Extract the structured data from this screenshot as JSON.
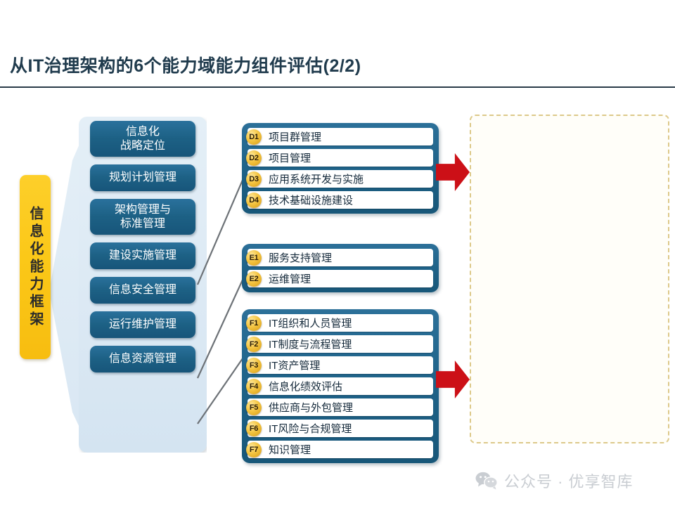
{
  "page": {
    "title": "从IT治理架构的6个能力域能力组件评估(2/2)"
  },
  "framework": {
    "tab_label": "信息化能力框架",
    "capabilities": [
      {
        "label": "信息化\n战略定位"
      },
      {
        "label": "规划计划管理"
      },
      {
        "label": "架构管理与\n标准管理"
      },
      {
        "label": "建设实施管理"
      },
      {
        "label": "信息安全管理"
      },
      {
        "label": "运行维护管理"
      },
      {
        "label": "信息资源管理"
      }
    ]
  },
  "groups": [
    {
      "id": "group-d",
      "rows": [
        {
          "code": "D1",
          "label": "项目群管理"
        },
        {
          "code": "D2",
          "label": "项目管理"
        },
        {
          "code": "D3",
          "label": "应用系统开发与实施"
        },
        {
          "code": "D4",
          "label": "技术基础设施建设"
        }
      ]
    },
    {
      "id": "group-e",
      "rows": [
        {
          "code": "E1",
          "label": "服务支持管理"
        },
        {
          "code": "E2",
          "label": "运维管理"
        }
      ]
    },
    {
      "id": "group-f",
      "rows": [
        {
          "code": "F1",
          "label": "IT组织和人员管理"
        },
        {
          "code": "F2",
          "label": "IT制度与流程管理"
        },
        {
          "code": "F3",
          "label": "IT资产管理"
        },
        {
          "code": "F4",
          "label": "信息化绩效评估"
        },
        {
          "code": "F5",
          "label": "供应商与外包管理"
        },
        {
          "code": "F6",
          "label": "IT风险与合规管理"
        },
        {
          "code": "F7",
          "label": "知识管理"
        }
      ]
    }
  ],
  "arrows": [
    {
      "name": "arrow-top",
      "color": "#cc1017"
    },
    {
      "name": "arrow-bottom",
      "color": "#cc1017"
    }
  ],
  "thumbnails": {
    "top": {
      "name": "capability-description-table",
      "legible": false
    },
    "bottom": {
      "name": "maturity-level-matrix",
      "legible": false,
      "level_header_colors": [
        "#c08a32",
        "#9cc95b",
        "#2f93a8"
      ],
      "marker_colors": [
        "#d6342c",
        "#2f76bd"
      ]
    }
  },
  "watermark": {
    "text": "公众号 · 优享智库",
    "icon": "wechat-icon",
    "color": "#c9cdd2"
  },
  "colors": {
    "accent_blue": "#1d6185",
    "panel_blue": "#dce9f4",
    "tab_yellow": "#fbc818",
    "badge_gold": "#f4c542",
    "arrow_red": "#cc1017",
    "title_text": "#203b4d"
  }
}
